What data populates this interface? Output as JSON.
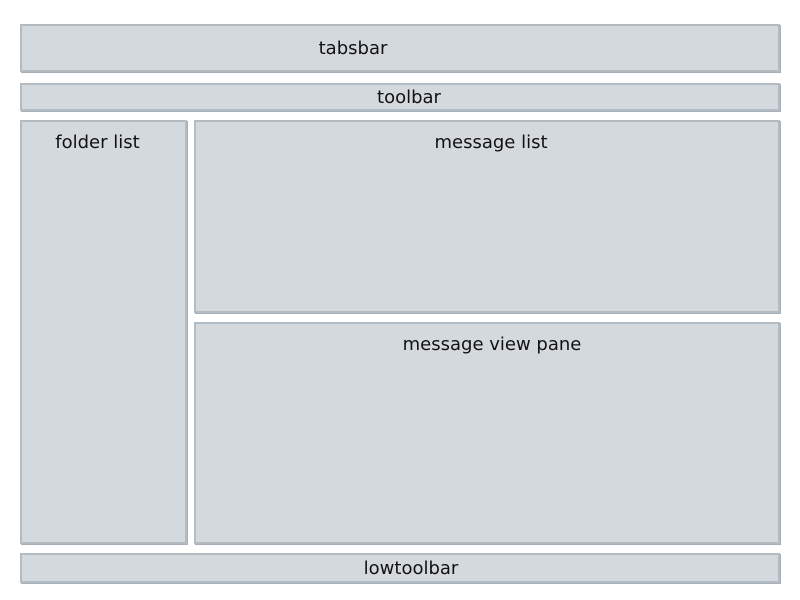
{
  "palette": {
    "background": "#ffffff",
    "panel_fill": "#d4d9de",
    "panel_border": "#b4bcc3",
    "panel_edge_shadow": "#a7afb8",
    "label_color": "#111111"
  },
  "panels": {
    "tabsbar": {
      "label": "tabsbar"
    },
    "toolbar": {
      "label": "toolbar"
    },
    "folder_list": {
      "label": "folder list"
    },
    "message_list": {
      "label": "message list"
    },
    "message_view_pane": {
      "label": "message view pane"
    },
    "lowtoolbar": {
      "label": "lowtoolbar"
    }
  }
}
